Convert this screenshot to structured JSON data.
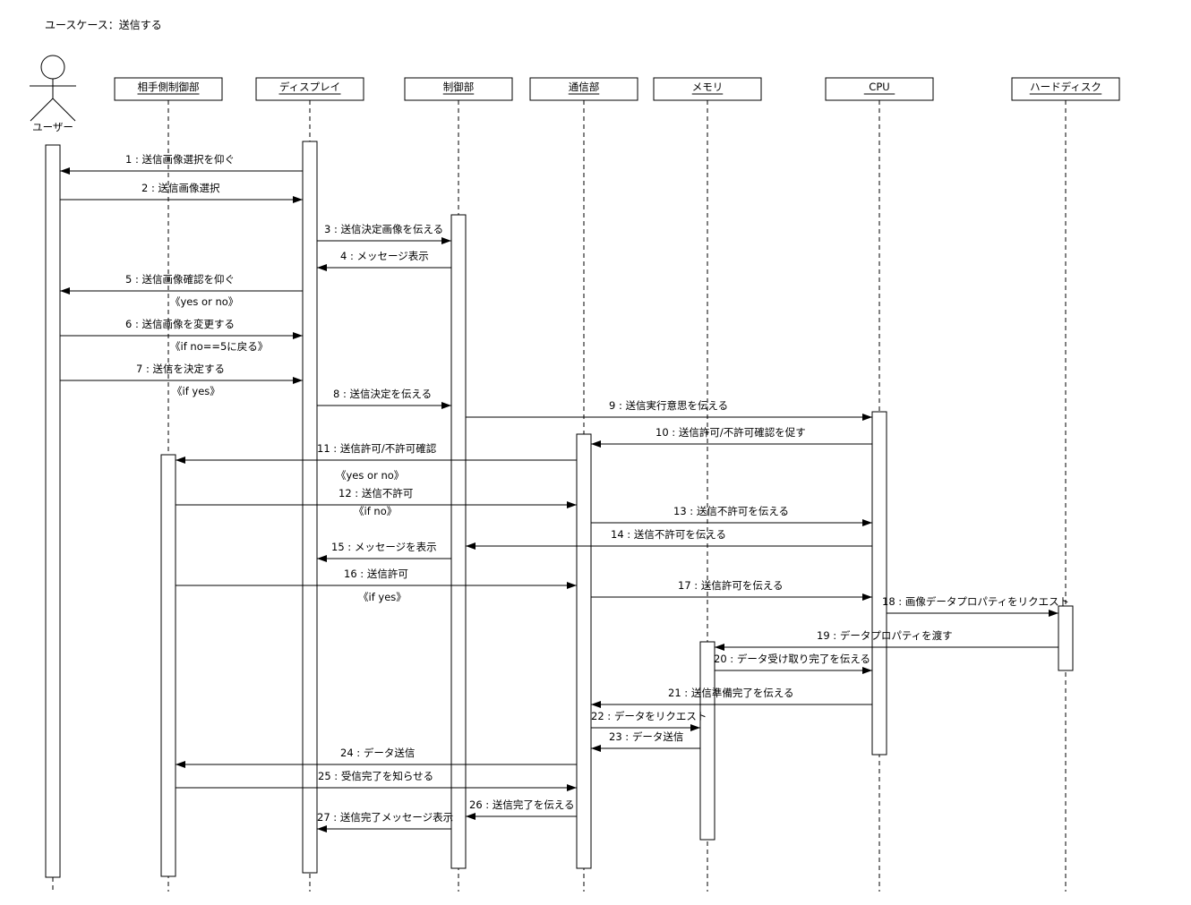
{
  "title": "ユースケース：送信する",
  "actor": {
    "label": "ユーザー"
  },
  "participants": [
    "相手側制御部",
    "ディスプレイ",
    "制御部",
    "通信部",
    "メモリ",
    "CPU",
    "ハードディスク"
  ],
  "messages": [
    {
      "label": "1 : 送信画像選択を仰ぐ",
      "from": "ディスプレイ",
      "to": "ユーザー"
    },
    {
      "label": "2 : 送信画像選択",
      "from": "ユーザー",
      "to": "ディスプレイ"
    },
    {
      "label": "3 : 送信決定画像を伝える",
      "from": "ディスプレイ",
      "to": "制御部"
    },
    {
      "label": "4 : メッセージ表示",
      "from": "制御部",
      "to": "ディスプレイ"
    },
    {
      "label": "5 : 送信画像確認を仰ぐ",
      "from": "ディスプレイ",
      "to": "ユーザー"
    },
    {
      "label": "6 : 送信画像を変更する",
      "from": "ユーザー",
      "to": "ディスプレイ"
    },
    {
      "label": "7 : 送信を決定する",
      "from": "ユーザー",
      "to": "ディスプレイ"
    },
    {
      "label": "8 : 送信決定を伝える",
      "from": "ディスプレイ",
      "to": "制御部"
    },
    {
      "label": "9 : 送信実行意思を伝える",
      "from": "制御部",
      "to": "CPU"
    },
    {
      "label": "10 : 送信許可/不許可確認を促す",
      "from": "CPU",
      "to": "通信部"
    },
    {
      "label": "11 : 送信許可/不許可確認",
      "from": "通信部",
      "to": "相手側制御部"
    },
    {
      "label": "12 : 送信不許可",
      "from": "相手側制御部",
      "to": "通信部"
    },
    {
      "label": "13 : 送信不許可を伝える",
      "from": "通信部",
      "to": "CPU"
    },
    {
      "label": "14 : 送信不許可を伝える",
      "from": "CPU",
      "to": "制御部"
    },
    {
      "label": "15 : メッセージを表示",
      "from": "制御部",
      "to": "ディスプレイ"
    },
    {
      "label": "16 : 送信許可",
      "from": "相手側制御部",
      "to": "通信部"
    },
    {
      "label": "17 : 送信許可を伝える",
      "from": "通信部",
      "to": "CPU"
    },
    {
      "label": "18 : 画像データプロパティをリクエスト",
      "from": "CPU",
      "to": "ハードディスク"
    },
    {
      "label": "19 : データプロパティを渡す",
      "from": "ハードディスク",
      "to": "メモリ"
    },
    {
      "label": "20 : データ受け取り完了を伝える",
      "from": "メモリ",
      "to": "CPU"
    },
    {
      "label": "21 : 送信準備完了を伝える",
      "from": "CPU",
      "to": "通信部"
    },
    {
      "label": "22 : データをリクエスト",
      "from": "通信部",
      "to": "メモリ"
    },
    {
      "label": "23 : データ送信",
      "from": "メモリ",
      "to": "通信部"
    },
    {
      "label": "24 : データ送信",
      "from": "通信部",
      "to": "相手側制御部"
    },
    {
      "label": "25 : 受信完了を知らせる",
      "from": "相手側制御部",
      "to": "通信部"
    },
    {
      "label": "26 : 送信完了を伝える",
      "from": "通信部",
      "to": "制御部"
    },
    {
      "label": "27 : 送信完了メッセージ表示",
      "from": "制御部",
      "to": "ディスプレイ"
    }
  ],
  "notes": [
    "《yes or no》",
    "《if no==5に戻る》",
    "《if yes》",
    "《yes or no》",
    "《if no》",
    "《if yes》"
  ]
}
